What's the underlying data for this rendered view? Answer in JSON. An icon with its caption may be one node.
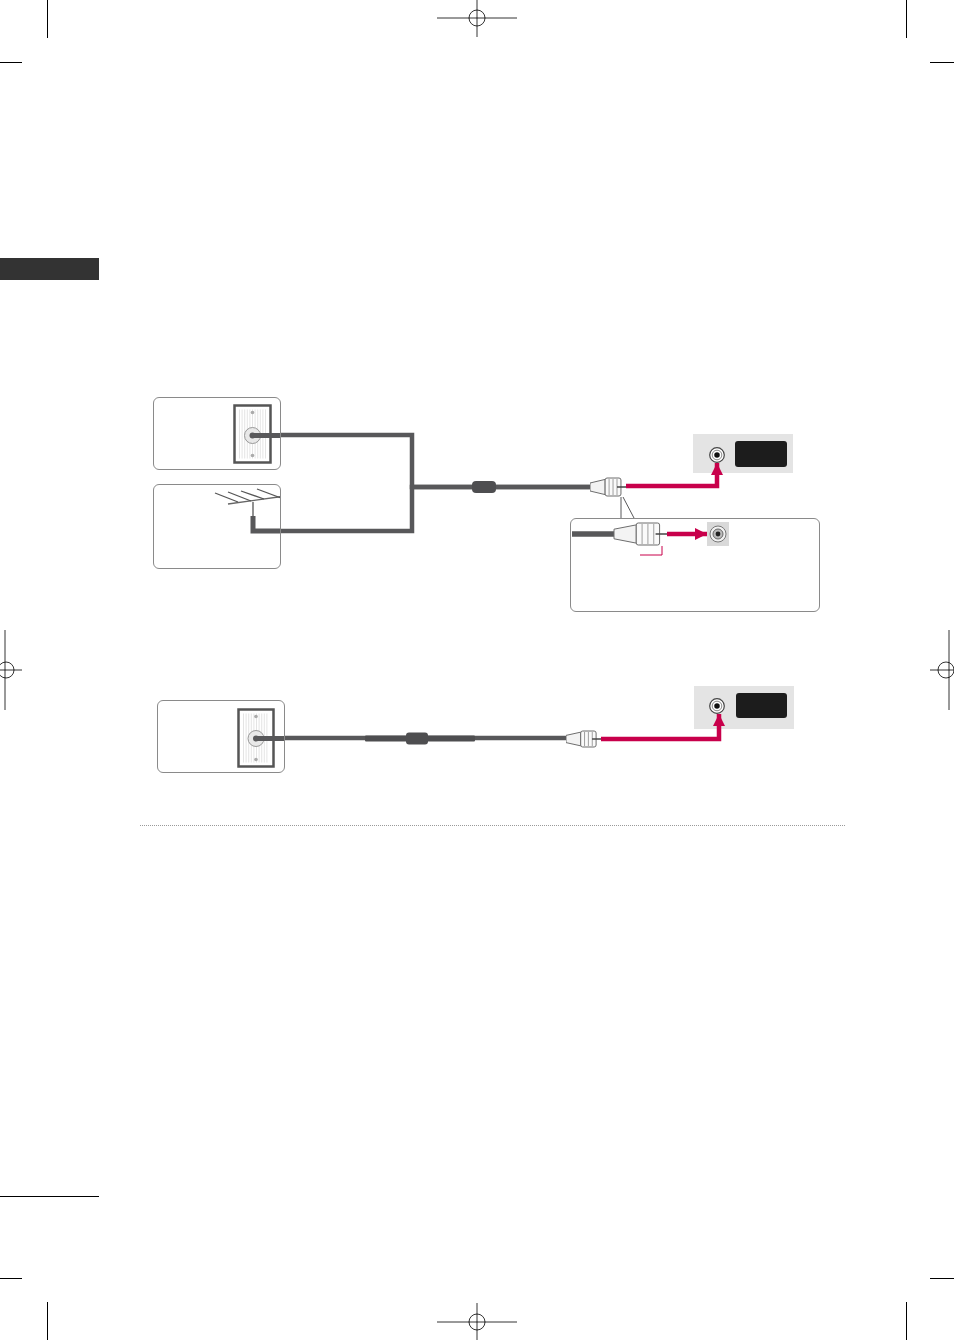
{
  "diagram": {
    "nodes": [
      {
        "text": [],
        "shape": "bar"
      },
      {
        "text": [],
        "shape": "picture"
      },
      {
        "text": [],
        "shape": "picture"
      },
      {
        "text": [],
        "shape": "picture"
      },
      {
        "text": [],
        "shape": "box"
      },
      {
        "text": [],
        "shape": "circle",
        "in": 4
      },
      {
        "text": [],
        "shape": "box"
      },
      {
        "text": [],
        "shape": "picture",
        "in": 6
      },
      {
        "text": [],
        "shape": "picture",
        "in": 6
      },
      {
        "text": [],
        "shape": "picture"
      },
      {
        "text": [],
        "shape": "picture"
      },
      {
        "text": [],
        "shape": "box"
      },
      {
        "text": [],
        "shape": "circle",
        "in": 11
      }
    ],
    "edges": [
      {
        "from": 1,
        "to": 3,
        "arrow": "none"
      },
      {
        "from": 2,
        "to": 3,
        "arrow": "none"
      },
      {
        "from": 3,
        "to": 5,
        "arrow": "to",
        "color": "#c8004b"
      },
      {
        "from": 3,
        "to": 6,
        "arrow": "none"
      },
      {
        "from": 7,
        "to": 8,
        "arrow": "to",
        "color": "#c8004b"
      },
      {
        "from": null,
        "to": 7,
        "arrow": "none",
        "color": "#c8004b"
      },
      {
        "from": 9,
        "to": 10,
        "arrow": "none"
      },
      {
        "from": 10,
        "to": 12,
        "arrow": "to",
        "color": "#c8004b"
      }
    ]
  }
}
